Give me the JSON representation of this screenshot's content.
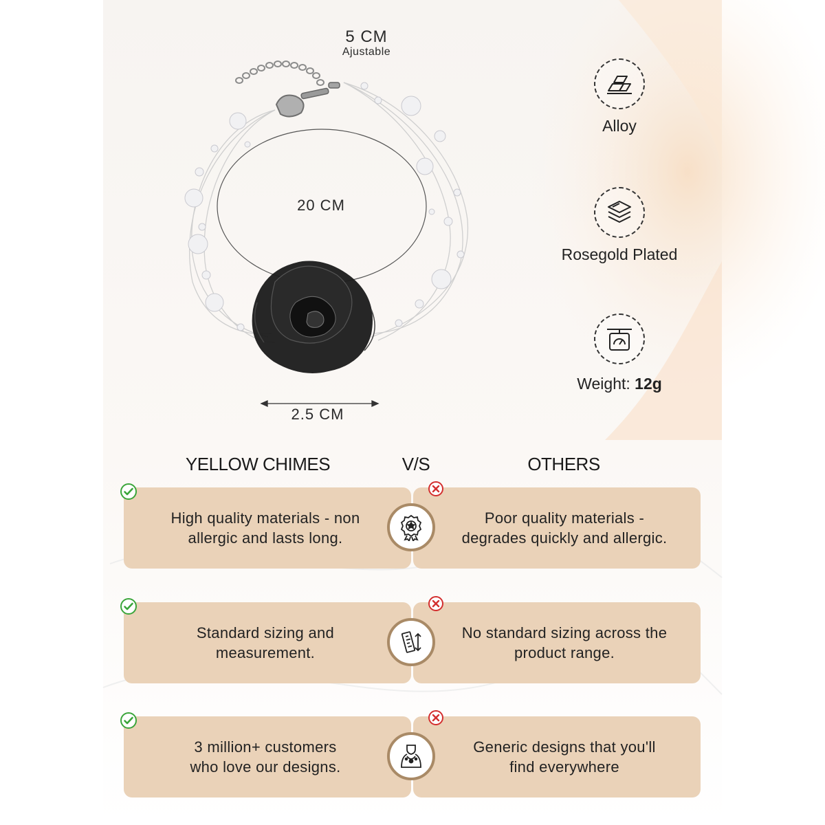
{
  "dimensions": {
    "clasp_length": "5 CM",
    "clasp_note": "Ajustable",
    "diameter": "20 CM",
    "flower_width": "2.5 CM"
  },
  "specs": [
    {
      "label": "Alloy",
      "icon": "alloy-bars-icon"
    },
    {
      "label": "Rosegold Plated",
      "icon": "plating-layers-icon"
    },
    {
      "label_prefix": "Weight:",
      "label_value": "12g",
      "icon": "weighing-scale-icon"
    }
  ],
  "comparison": {
    "brand_heading": "YELLOW CHIMES",
    "vs_heading": "V/S",
    "others_heading": "OTHERS",
    "rows": [
      {
        "brand_line1": "High quality materials - non",
        "brand_line2": "allergic and lasts long.",
        "others_line1": "Poor quality materials -",
        "others_line2": "degrades quickly and allergic.",
        "icon": "quality-badge-icon"
      },
      {
        "brand_line1": "Standard sizing and",
        "brand_line2": "measurement.",
        "others_line1": "No standard sizing across the",
        "others_line2": "product range.",
        "icon": "measuring-ruler-icon"
      },
      {
        "brand_line1": "3 million+ customers",
        "brand_line2": "who love our designs.",
        "others_line1": "Generic designs that you'll",
        "others_line2": "find everywhere",
        "icon": "jewelry-bust-icon"
      }
    ]
  },
  "colors": {
    "panel": "#ead2b8",
    "icon_ring": "#a98a66",
    "check": "#3aa53a",
    "cross": "#d32f2f",
    "flower": "#111111"
  }
}
